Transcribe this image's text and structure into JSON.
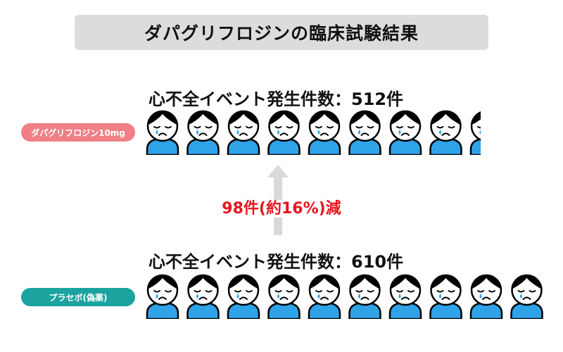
{
  "title": "ダパグリフロジンの臨床試験結果",
  "drug": {
    "label": "ダパグリフロジン10mg",
    "heading": "心不全イベント発生件数：512件",
    "label_color": "#f07f86",
    "face_count": 9
  },
  "placebo": {
    "label": "プラセボ(偽薬)",
    "heading": "心不全イベント発生件数：610件",
    "label_color": "#1aa39f",
    "face_count": 10
  },
  "reduction": {
    "text": "98件(約16%)減",
    "color": "#e8141e"
  },
  "colors": {
    "body": "#2fa3e8",
    "tear": "#2fa3e8",
    "arrow": "#d9d9d9"
  },
  "icons": [
    "crying-person-icon",
    "up-arrow-icon"
  ]
}
